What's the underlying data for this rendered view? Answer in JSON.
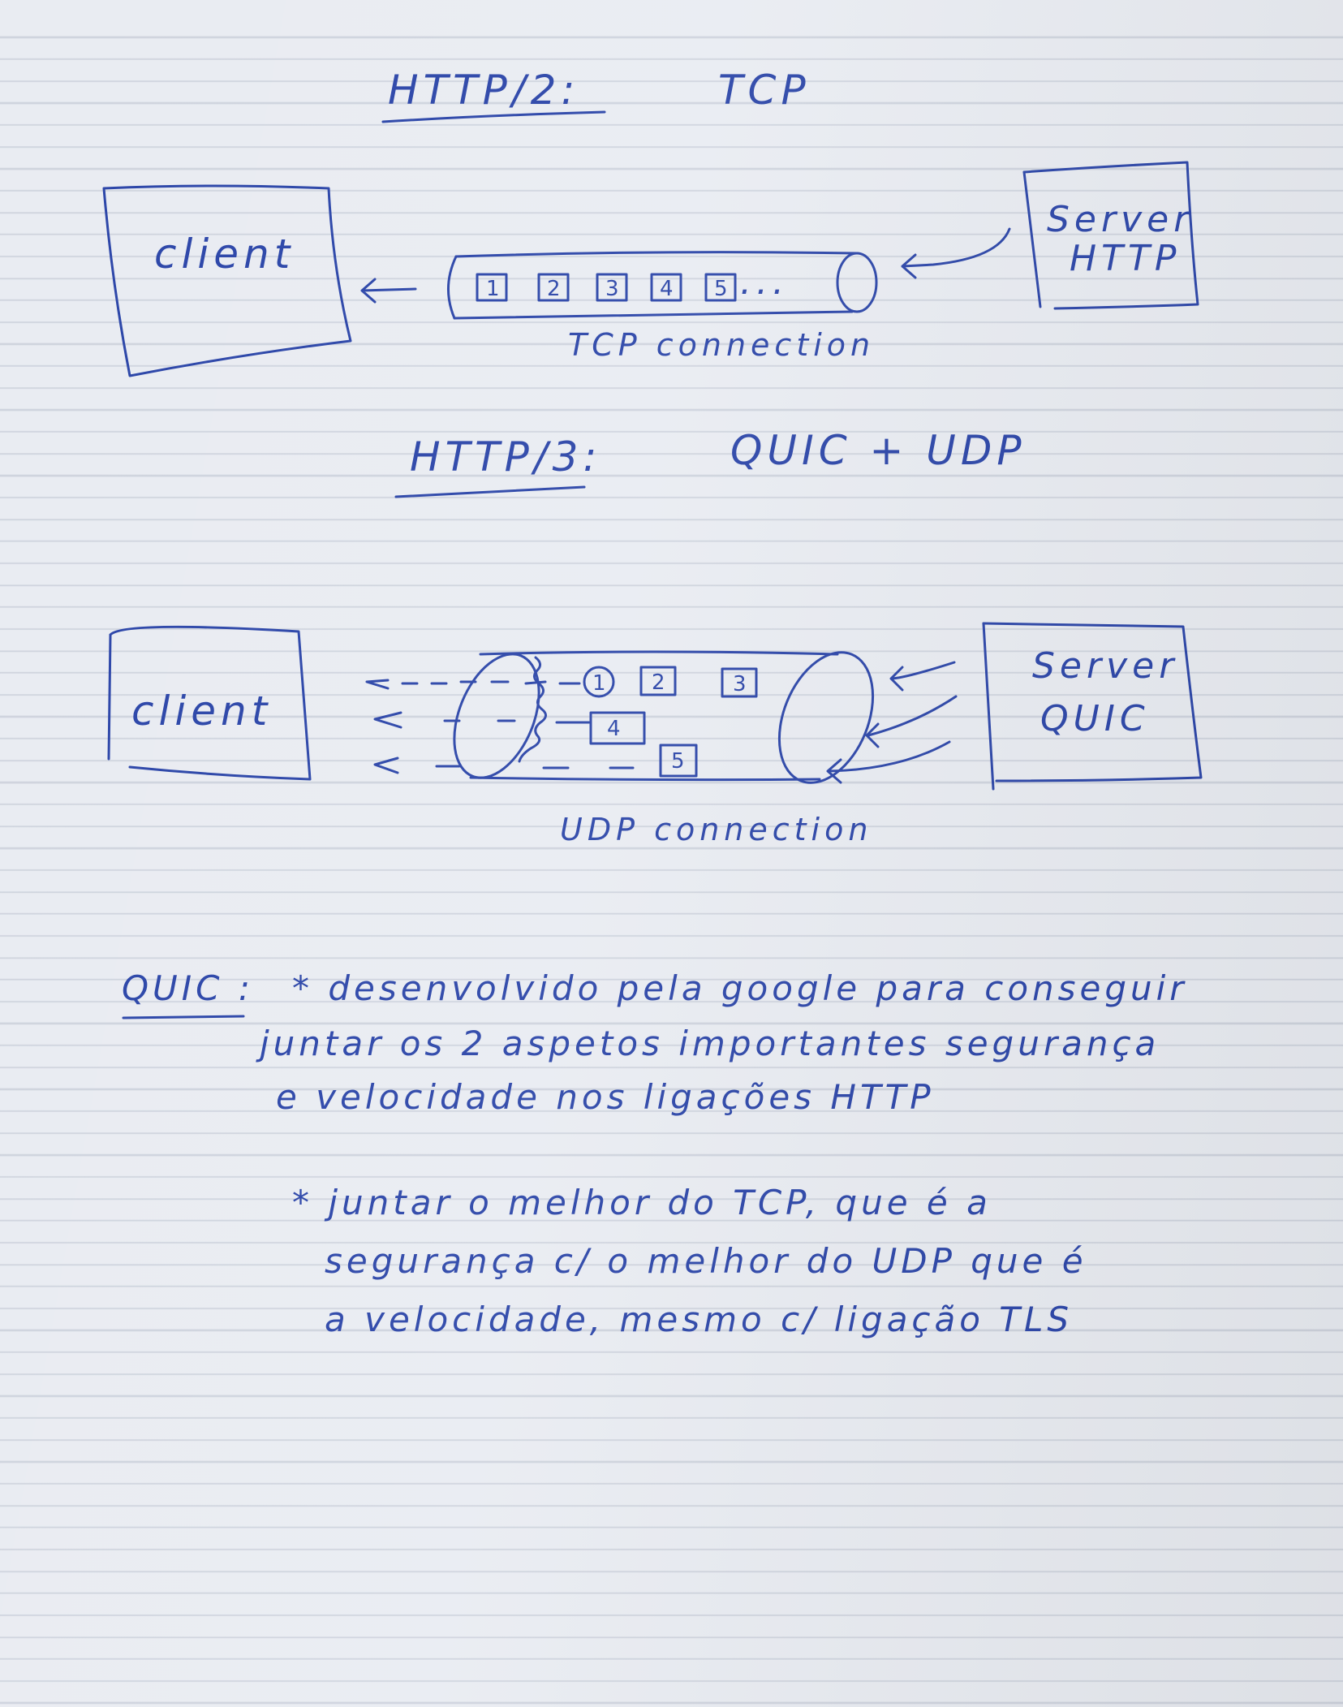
{
  "section1": {
    "title": "HTTP/2:",
    "protocol": "TCP",
    "client_label": "client",
    "server_label_line1": "Server",
    "server_label_line2": "HTTP",
    "packets": [
      "1",
      "2",
      "3",
      "4",
      "5"
    ],
    "ellipsis": "...",
    "connection_label": "TCP connection"
  },
  "section2": {
    "title": "HTTP/3:",
    "protocol": "QUIC + UDP",
    "client_label": "client",
    "server_label_line1": "Server",
    "server_label_line2": "QUIC",
    "streams": [
      "1",
      "2",
      "3",
      "4",
      "5"
    ],
    "connection_label": "UDP connection"
  },
  "notes": {
    "heading": "QUIC :",
    "line1": "* desenvolvido pela google para conseguir",
    "line2": "juntar os 2 aspetos importantes segurança",
    "line3": "e velocidade nos ligações HTTP",
    "line4": "* juntar o melhor do TCP, que é a",
    "line5": "segurança c/ o melhor do UDP que é",
    "line6": "a velocidade, mesmo c/ ligação TLS"
  },
  "ink_color": "#2b45a8"
}
